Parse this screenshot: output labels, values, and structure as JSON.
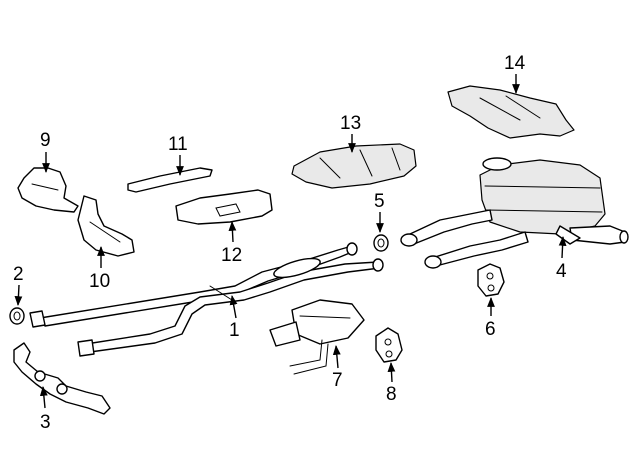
{
  "callouts": [
    {
      "id": "1",
      "label": "1"
    },
    {
      "id": "2",
      "label": "2"
    },
    {
      "id": "3",
      "label": "3"
    },
    {
      "id": "4",
      "label": "4"
    },
    {
      "id": "5",
      "label": "5"
    },
    {
      "id": "6",
      "label": "6"
    },
    {
      "id": "7",
      "label": "7"
    },
    {
      "id": "8",
      "label": "8"
    },
    {
      "id": "9",
      "label": "9"
    },
    {
      "id": "10",
      "label": "10"
    },
    {
      "id": "11",
      "label": "11"
    },
    {
      "id": "12",
      "label": "12"
    },
    {
      "id": "13",
      "label": "13"
    },
    {
      "id": "14",
      "label": "14"
    }
  ],
  "colors": {
    "line": "#000000",
    "background": "#ffffff",
    "shade": "#e9e9e9"
  }
}
